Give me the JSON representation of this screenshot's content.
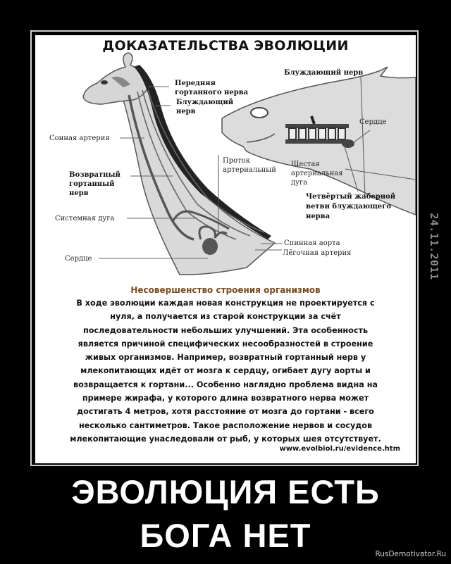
{
  "poster": {
    "title": "ДОКАЗАТЕЛЬСТВА ЭВОЛЮЦИИ",
    "giraffe_labels": {
      "anterior_laryngeal": [
        "Передняя",
        "гортанного нерва"
      ],
      "vagus": [
        "Блуждающий",
        "нерв"
      ],
      "carotid": "Сонная артерия",
      "recurrent_laryngeal": [
        "Возвратный",
        "гортанный",
        "нерв"
      ],
      "systemic_arch": "Системная дуга",
      "heart": "Сердце",
      "ductus": [
        "Проток",
        "артериальный"
      ],
      "dorsal_aorta": "Спинная аорта",
      "pulmonary_artery": "Лёгочная артерия"
    },
    "shark_labels": {
      "vagus": "Блуждающий нерв",
      "heart": "Сердце",
      "sixth_arch": [
        "Шестая",
        "артериальная",
        "дуга"
      ],
      "fourth_branch": [
        "Четвёртый жаберной",
        "ветви блуждающего",
        "нерва"
      ]
    },
    "subtitle": "Несовершенство строения организмов",
    "body_lines": [
      "В ходе эволюции каждая новая конструкция не проектируется с",
      "нуля, а получается из старой конструкции за счёт",
      "последовательности  небольших улучшений. Эта особенность",
      "является  причиной   специфических  несообразностей  в строение",
      "живых  организмов. Например, возвратный гортанный нерв у",
      "млекопитающих идёт от мозга к сердцу, огибает дугу аорты и",
      "возвращается к гортани... Особенно наглядно проблема видна на",
      "примере жирафа, у которого длина возвратного нерва может",
      "достигать 4 метров, хотя расстояние от мозга до гортани - всего",
      "несколько сантиметров. Такое расположение нервов и сосудов",
      "млекопитающие унаследовали от рыб, у которых шея отсутствует."
    ],
    "source": "www.evolbiol.ru/evidence.htm",
    "colors": {
      "subtitle": "#7a4a1e",
      "background": "#000000",
      "poster_bg": "#ffffff"
    }
  },
  "date_stamp": "24.11.2011",
  "caption": {
    "line1": "ЭВОЛЮЦИЯ ЕСТЬ",
    "line2": "БОГА НЕТ"
  },
  "watermark": "RusDemotivator.Ru"
}
